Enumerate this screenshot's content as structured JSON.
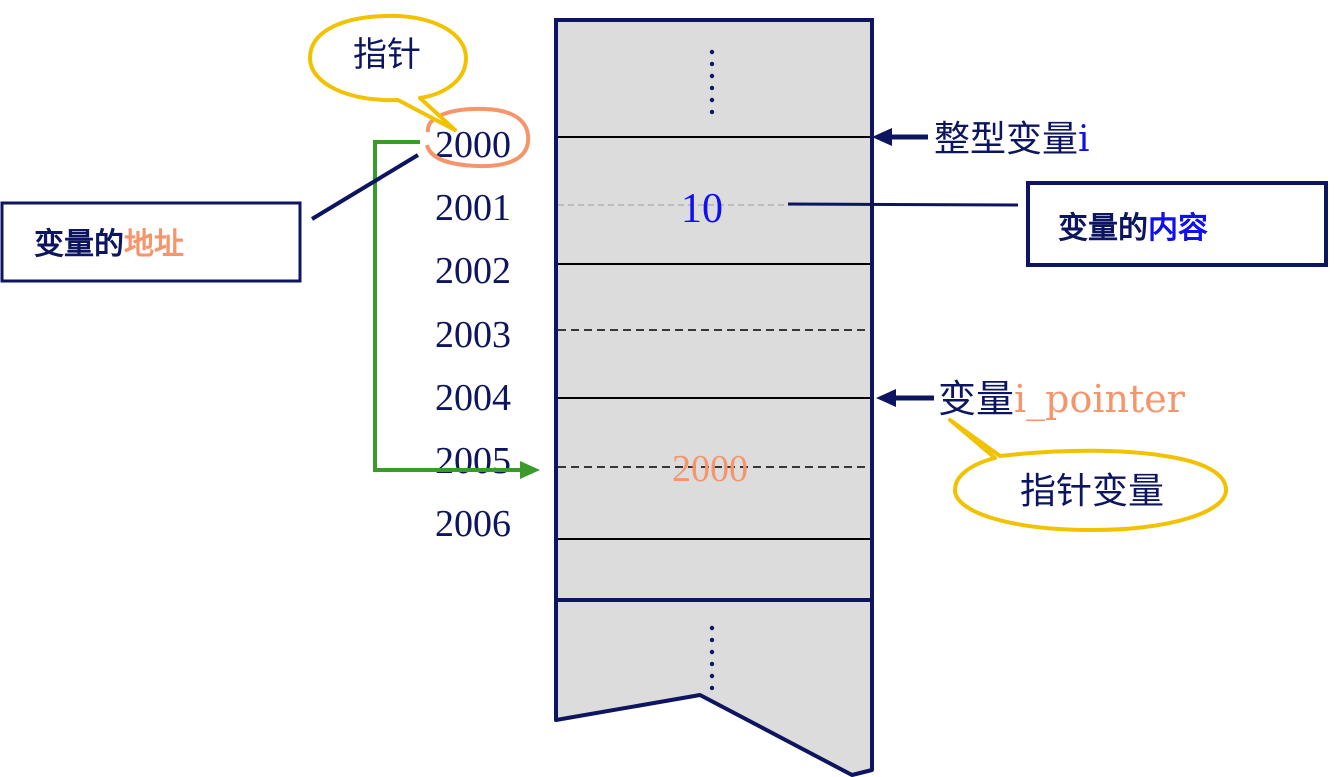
{
  "bubble_top": {
    "text": "指针"
  },
  "bubble_bottom": {
    "text": "指针变量"
  },
  "addresses": [
    "2000",
    "2001",
    "2002",
    "2003",
    "2004",
    "2005",
    "2006"
  ],
  "memory": {
    "cell_i_value": "10",
    "cell_pointer_value": "2000",
    "ellipsis": "⋮"
  },
  "label_int_var": {
    "prefix": "整型变量",
    "suffix": "i"
  },
  "label_pointer_var": {
    "prefix": "变量",
    "suffix": "i_pointer"
  },
  "box_address": {
    "prefix": "变量的",
    "suffix": "地址"
  },
  "box_content": {
    "prefix": "变量的",
    "suffix": "内容"
  },
  "colors": {
    "navy": "#0d1460",
    "blue": "#1010ee",
    "orange": "#f5956b",
    "green": "#3a9a2a",
    "yellow": "#f2c200",
    "cell_fill": "#dcdcdc"
  }
}
